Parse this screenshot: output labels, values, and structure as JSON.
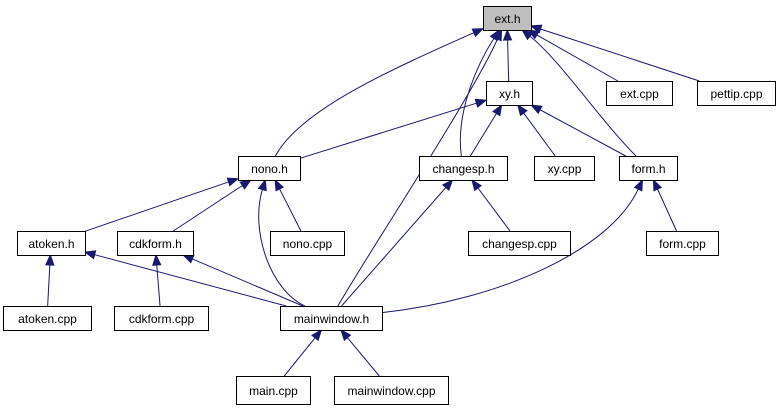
{
  "diagram": {
    "colors": {
      "edge": "#191970",
      "highlight_fill": "#bfbfbf",
      "box_fill": "#ffffff",
      "box_stroke": "#000000"
    },
    "nodes": [
      {
        "id": "ext_h",
        "label": "ext.h",
        "highlight": true
      },
      {
        "id": "xy_h",
        "label": "xy.h"
      },
      {
        "id": "ext_cpp",
        "label": "ext.cpp"
      },
      {
        "id": "pettip_cpp",
        "label": "pettip.cpp"
      },
      {
        "id": "nono_h",
        "label": "nono.h"
      },
      {
        "id": "changesp_h",
        "label": "changesp.h"
      },
      {
        "id": "xy_cpp",
        "label": "xy.cpp"
      },
      {
        "id": "form_h",
        "label": "form.h"
      },
      {
        "id": "atoken_h",
        "label": "atoken.h"
      },
      {
        "id": "cdkform_h",
        "label": "cdkform.h"
      },
      {
        "id": "nono_cpp",
        "label": "nono.cpp"
      },
      {
        "id": "changesp_cpp",
        "label": "changesp.cpp"
      },
      {
        "id": "form_cpp",
        "label": "form.cpp"
      },
      {
        "id": "atoken_cpp",
        "label": "atoken.cpp"
      },
      {
        "id": "cdkform_cpp",
        "label": "cdkform.cpp"
      },
      {
        "id": "mainwindow_h",
        "label": "mainwindow.h"
      },
      {
        "id": "main_cpp",
        "label": "main.cpp"
      },
      {
        "id": "mainwindow_cpp",
        "label": "mainwindow.cpp"
      }
    ],
    "edges": [
      {
        "from": "xy_h",
        "to": "ext_h"
      },
      {
        "from": "ext_cpp",
        "to": "ext_h"
      },
      {
        "from": "pettip_cpp",
        "to": "ext_h"
      },
      {
        "from": "nono_h",
        "to": "ext_h"
      },
      {
        "from": "changesp_h",
        "to": "ext_h"
      },
      {
        "from": "form_h",
        "to": "ext_h"
      },
      {
        "from": "mainwindow_h",
        "to": "ext_h"
      },
      {
        "from": "nono_h",
        "to": "xy_h"
      },
      {
        "from": "changesp_h",
        "to": "xy_h"
      },
      {
        "from": "xy_cpp",
        "to": "xy_h"
      },
      {
        "from": "form_h",
        "to": "xy_h"
      },
      {
        "from": "atoken_h",
        "to": "nono_h"
      },
      {
        "from": "cdkform_h",
        "to": "nono_h"
      },
      {
        "from": "nono_cpp",
        "to": "nono_h"
      },
      {
        "from": "mainwindow_h",
        "to": "nono_h"
      },
      {
        "from": "changesp_cpp",
        "to": "changesp_h"
      },
      {
        "from": "mainwindow_h",
        "to": "changesp_h"
      },
      {
        "from": "form_cpp",
        "to": "form_h"
      },
      {
        "from": "mainwindow_h",
        "to": "form_h"
      },
      {
        "from": "atoken_cpp",
        "to": "atoken_h"
      },
      {
        "from": "mainwindow_h",
        "to": "atoken_h"
      },
      {
        "from": "cdkform_cpp",
        "to": "cdkform_h"
      },
      {
        "from": "mainwindow_h",
        "to": "cdkform_h"
      },
      {
        "from": "main_cpp",
        "to": "mainwindow_h"
      },
      {
        "from": "mainwindow_cpp",
        "to": "mainwindow_h"
      }
    ]
  }
}
